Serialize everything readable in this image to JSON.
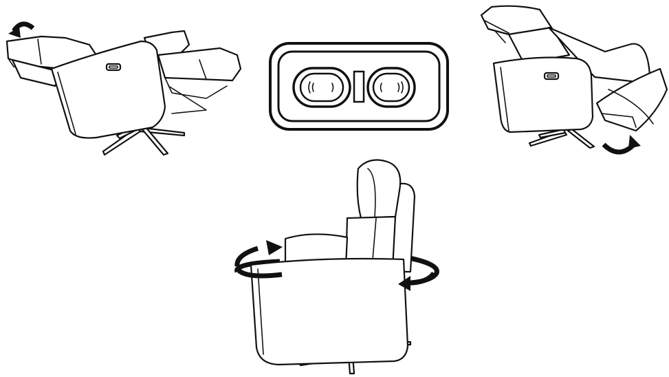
{
  "figures": [
    {
      "id": "recline-position",
      "icon": "recliner-chair-reclined-icon",
      "arrow": "curved-arrow-icon"
    },
    {
      "id": "control-panel",
      "icon": "two-button-control-panel-icon",
      "buttons": [
        "recline-button",
        "return-button"
      ]
    },
    {
      "id": "footrest-position",
      "icon": "recliner-chair-footrest-icon",
      "arrow": "curved-arrow-icon"
    },
    {
      "id": "swivel-position",
      "icon": "swivel-chair-icon",
      "arrow": "rotation-arrow-icon"
    }
  ],
  "colors": {
    "line": "#111111",
    "background": "#ffffff"
  }
}
